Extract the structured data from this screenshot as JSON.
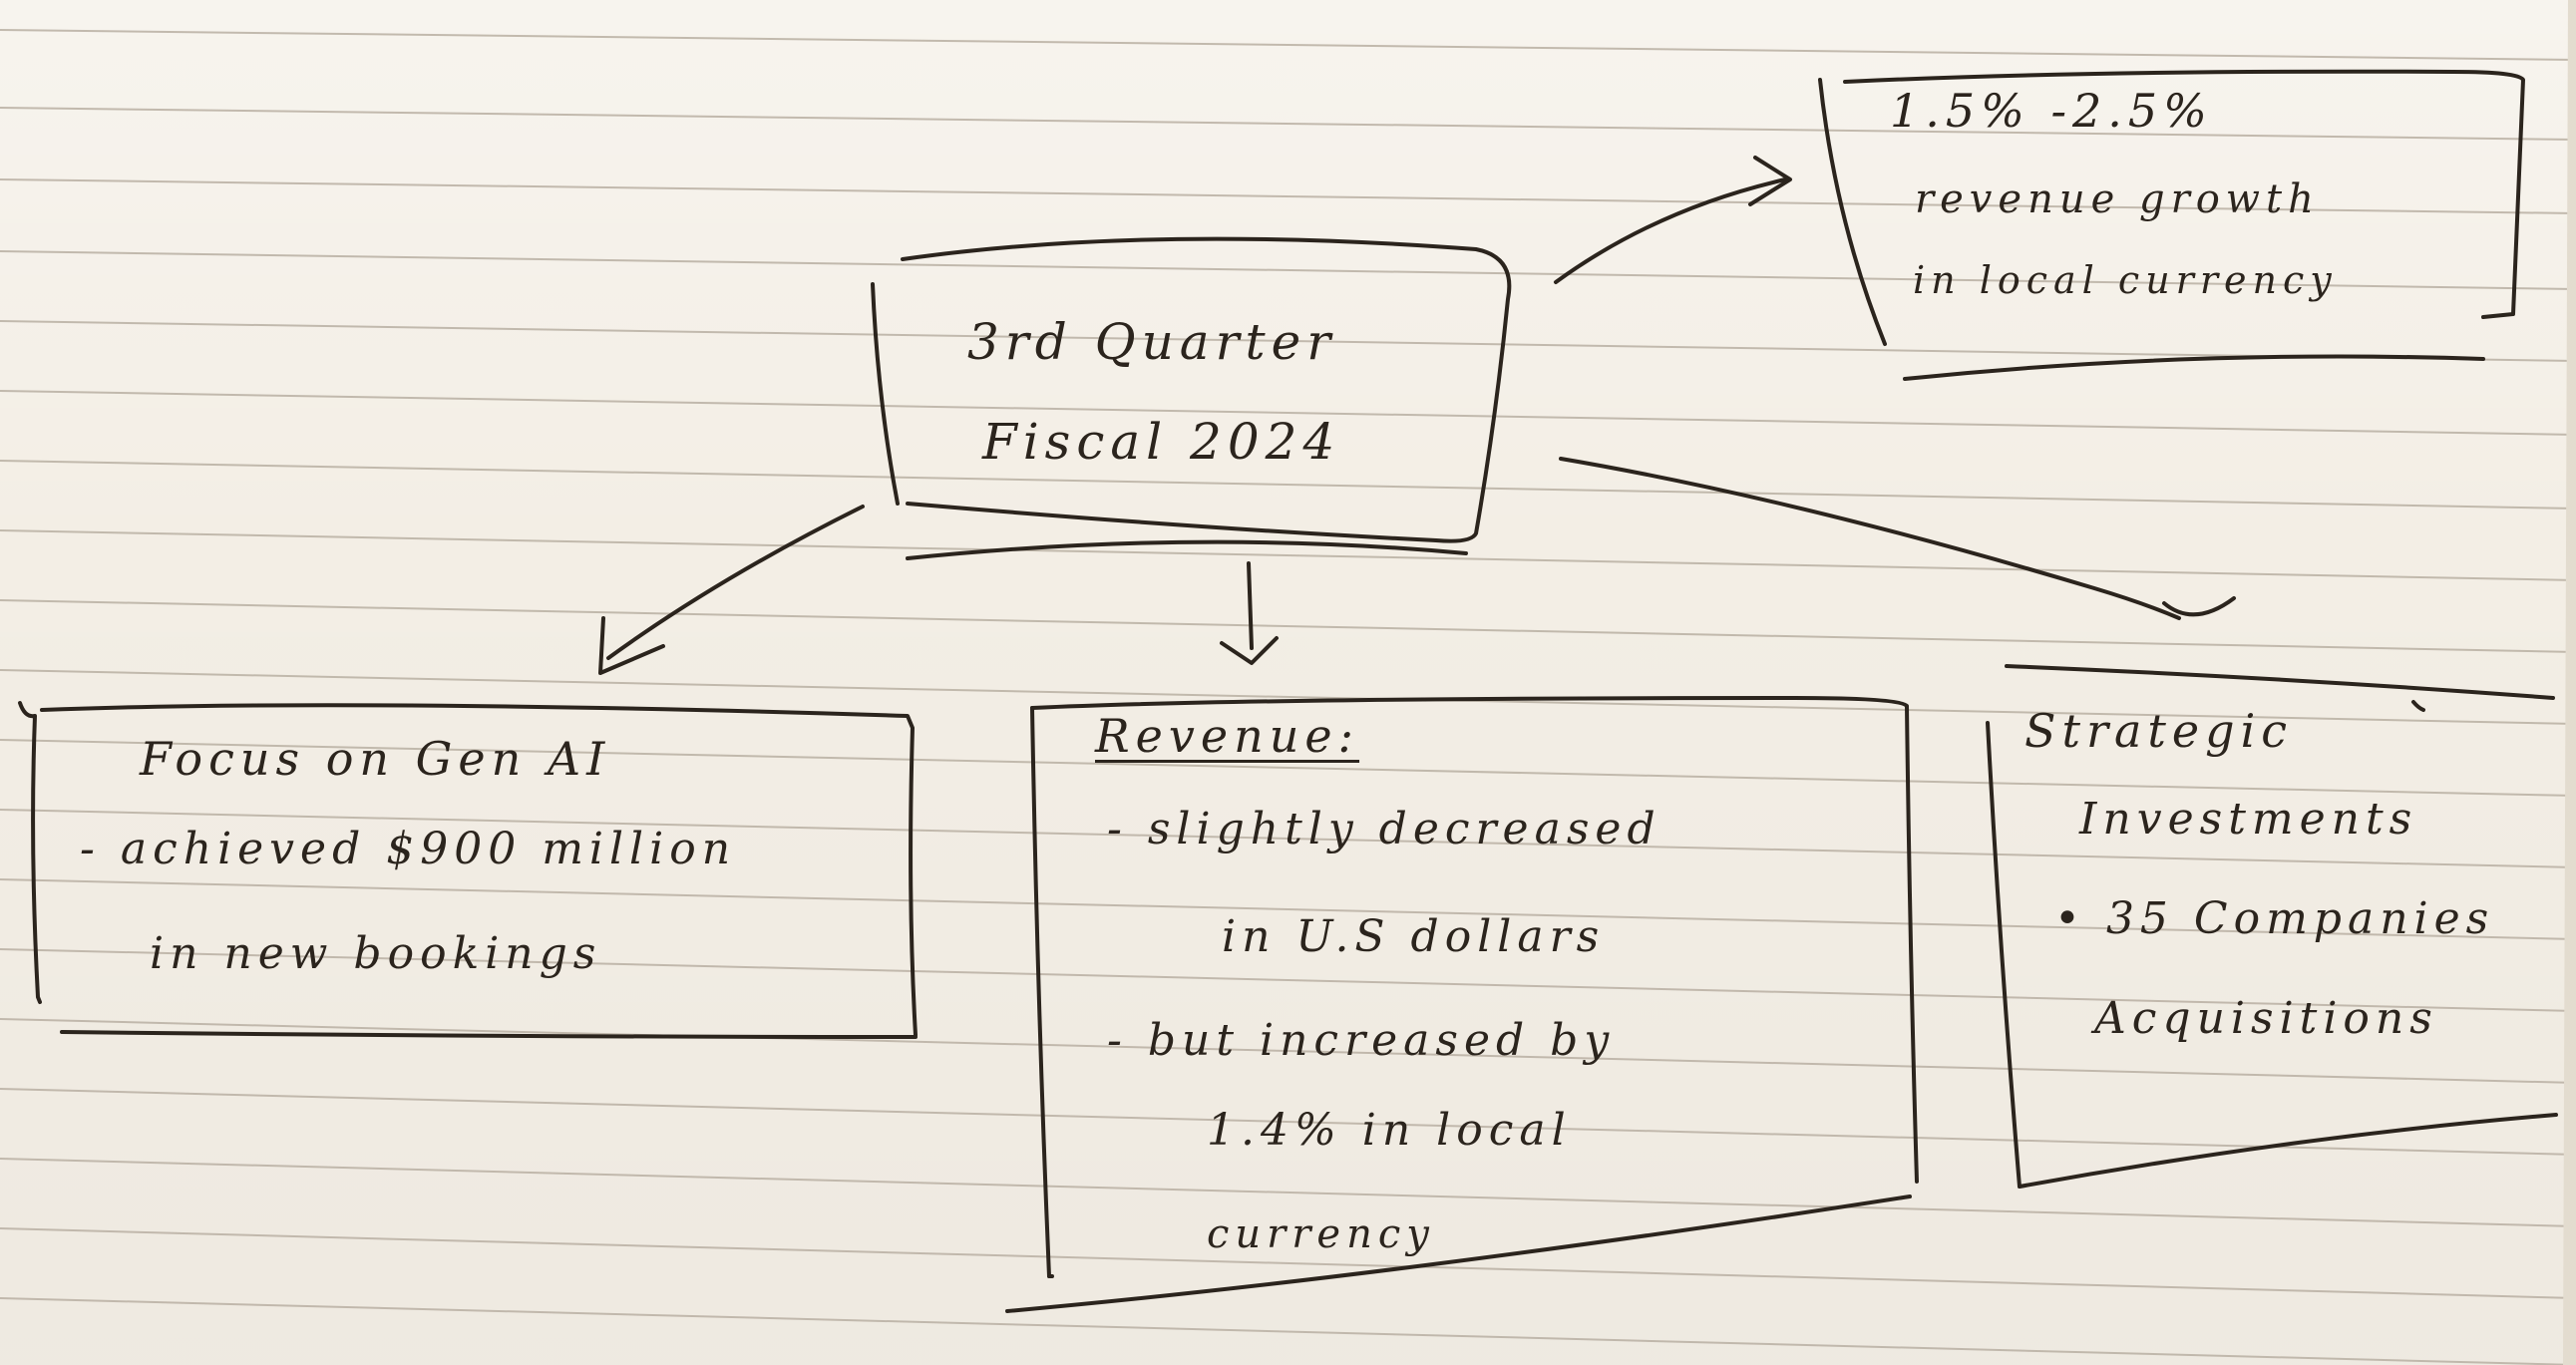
{
  "center": {
    "line1": "3rd Quarter",
    "line2": "Fiscal 2024"
  },
  "growth": {
    "line1": "1.5% -2.5%",
    "line2": "revenue growth",
    "line3": "in local currency"
  },
  "genai": {
    "heading": "Focus on Gen AI",
    "line1": "- achieved $900 million",
    "line2": "in new bookings"
  },
  "revenue": {
    "heading": "Revenue:",
    "line1": "- slightly decreased",
    "line2": "in U.S dollars",
    "line3": "- but increased by",
    "line4": "1.4% in local",
    "line5": "currency"
  },
  "strategic": {
    "line1": "Strategic",
    "line2": "Investments",
    "line3": "• 35 Companies",
    "line4": "Acquisitions"
  },
  "colors": {
    "ink": "#2b241d",
    "paper": "#f3eee5",
    "rule": "#b9b0a3"
  }
}
